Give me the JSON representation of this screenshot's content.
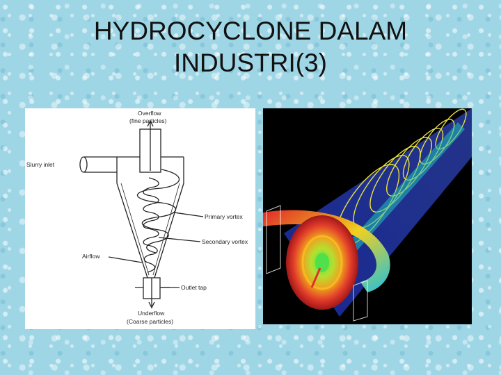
{
  "slide": {
    "title_line1": "HYDROCYCLONE DALAM",
    "title_line2": "INDUSTRI(3)"
  },
  "diagram": {
    "labels": {
      "overflow": "Overflow",
      "overflow_sub": "(fine particles)",
      "slurry_inlet": "Slurry inlet",
      "primary_vortex": "Primary vortex",
      "secondary_vortex": "Secondary vortex",
      "airflow": "Airflow",
      "outlet_tap": "Outlet tap",
      "underflow": "Underflow",
      "underflow_sub": "(Coarse particles)"
    }
  },
  "colors": {
    "background": "#9fd6e6",
    "title_text": "#111111",
    "line": "#222222"
  }
}
